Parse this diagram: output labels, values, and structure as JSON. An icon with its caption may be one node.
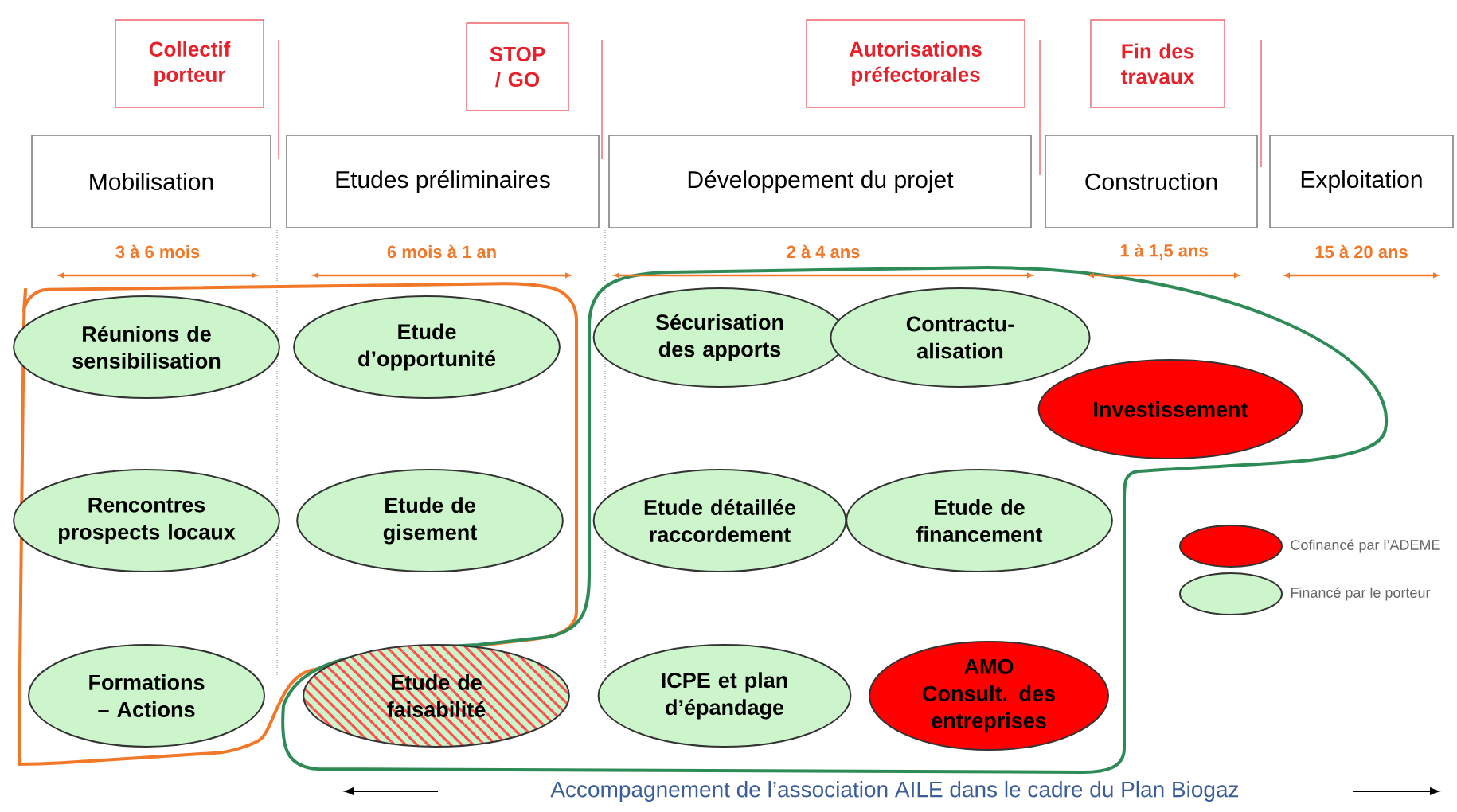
{
  "diagram": {
    "nodes": [
      {
        "text": [
          "Collectif porteur"
        ]
      },
      {
        "text": [
          "STOP / GO"
        ]
      },
      {
        "text": [
          "Autorisations préfectorales"
        ]
      },
      {
        "text": [
          "Fin des travaux"
        ]
      },
      {
        "text": [
          "Mobilisation"
        ]
      },
      {
        "text": [
          "Etudes préliminaires"
        ]
      },
      {
        "text": [
          "Développement du projet"
        ]
      },
      {
        "text": [
          "Construction"
        ]
      },
      {
        "text": [
          "Exploitation"
        ]
      },
      {
        "text": [
          "Réunions de sensibilisation"
        ]
      },
      {
        "text": [
          "Etude d’opportunité"
        ]
      },
      {
        "text": [
          "Sécurisation des apports"
        ]
      },
      {
        "text": [
          "Contractu- alisation"
        ]
      },
      {
        "text": [
          "Investissement"
        ]
      },
      {
        "text": [
          "Rencontres prospects locaux"
        ]
      },
      {
        "text": [
          "Etude de gisement"
        ]
      },
      {
        "text": [
          "Etude détaillée raccordement"
        ]
      },
      {
        "text": [
          "Etude de financement"
        ]
      },
      {
        "text": [
          "Formations – Actions"
        ]
      },
      {
        "text": [
          "Etude de faisabilité"
        ]
      },
      {
        "text": [
          "ICPE et plan d’épandage"
        ]
      },
      {
        "text": [
          "AMO Consult. des entreprises"
        ]
      }
    ],
    "edges": [],
    "labels": [
      "3 à 6 mois",
      "6 mois à 1 an",
      "2 à 4 ans",
      "1 à 1,5 ans",
      "15 à 20 ans",
      "Accompagnement de l’association AILE dans le cadre du Plan Biogaz"
    ],
    "legend": [
      {
        "text": "Cofinancé par l’ADEME",
        "color": "#ff0000"
      },
      {
        "text": "Financé par le porteur",
        "color": "#ccf5cc"
      }
    ]
  }
}
